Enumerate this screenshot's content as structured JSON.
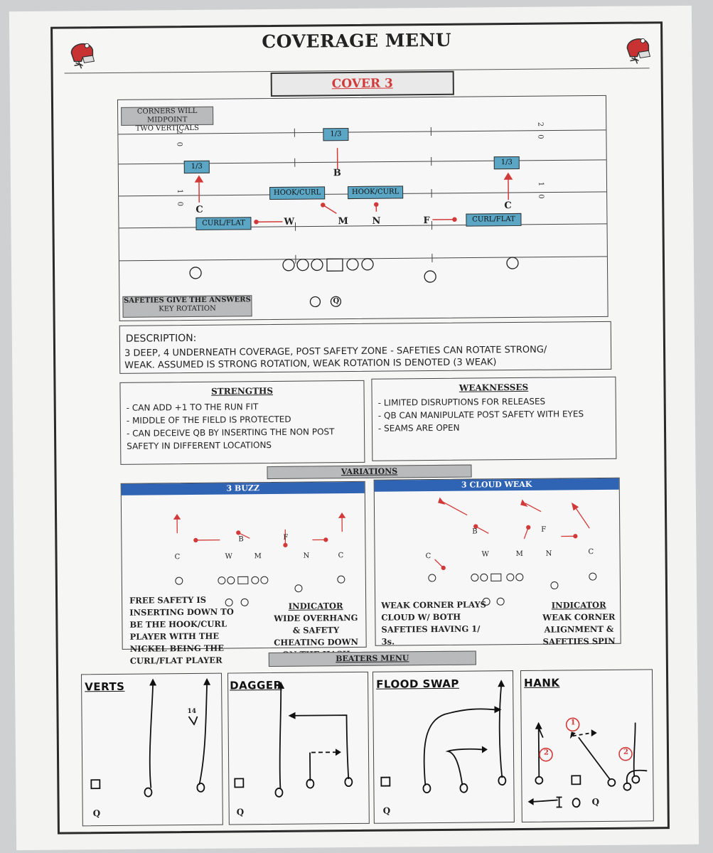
{
  "page": {
    "title": "COVERAGE MENU"
  },
  "cover": {
    "title": "COVER 3"
  },
  "diagram": {
    "note_top_line1": "CORNERS WILL MIDPOINT",
    "note_top_line2": "TWO VERTICALS",
    "note_bottom_line1": "SAFETIES GIVE THE ANSWERS",
    "note_bottom_line2": "KEY ROTATION",
    "yard_20": "2 0",
    "yard_10": "1 0",
    "zones": {
      "deep_left": "1/3",
      "deep_middle": "1/3",
      "deep_right": "1/3",
      "hook_left": "HOOK/CURL",
      "hook_right": "HOOK/CURL",
      "curl_left": "CURL/FLAT",
      "curl_right": "CURL/FLAT"
    },
    "players": {
      "c_left": "C",
      "b": "B",
      "w": "W",
      "m": "M",
      "n": "N",
      "f": "F",
      "c_right": "C",
      "qb": "Q"
    }
  },
  "description": {
    "heading": "DESCRIPTION:",
    "line1": "3 DEEP, 4 UNDERNEATH COVERAGE, POST SAFETY ZONE - SAFETIES CAN ROTATE STRONG/",
    "line2": "WEAK. ASSUMED IS STRONG ROTATION, WEAK ROTATION IS DENOTED (3 WEAK)"
  },
  "strengths": {
    "title": "STRENGTHS",
    "items": [
      "- CAN ADD +1 TO THE RUN FIT",
      "- MIDDLE OF THE FIELD IS PROTECTED",
      "- CAN DECEIVE QB BY INSERTING THE NON POST",
      "SAFETY IN DIFFERENT LOCATIONS"
    ]
  },
  "weaknesses": {
    "title": "WEAKNESSES",
    "items": [
      "- LIMITED DISRUPTIONS FOR RELEASES",
      "- QB CAN MANIPULATE POST SAFETY WITH EYES",
      "- SEAMS ARE OPEN"
    ]
  },
  "variations": {
    "title": "VARIATIONS",
    "buzz": {
      "title": "3 BUZZ",
      "players": {
        "c_left": "C",
        "w": "W",
        "b": "B",
        "m": "M",
        "f": "F",
        "n": "N",
        "c_right": "C"
      },
      "note": [
        "FREE SAFETY IS",
        "INSERTING DOWN TO",
        "BE THE HOOK/CURL",
        "PLAYER WITH THE",
        "NICKEL BEING THE",
        "CURL/FLAT PLAYER"
      ],
      "indicator_title": "INDICATOR",
      "indicator": [
        "WIDE OVERHANG",
        "& SAFETY",
        "CHEATING DOWN",
        "ON THE HASH"
      ]
    },
    "cloud": {
      "title": "3 CLOUD WEAK",
      "players": {
        "c_left": "C",
        "b": "B",
        "w": "W",
        "m": "M",
        "f": "F",
        "n": "N",
        "c_right": "C"
      },
      "note": [
        "WEAK CORNER PLAYS",
        "CLOUD W/ BOTH",
        "SAFETIES HAVING 1/",
        "3s."
      ],
      "indicator_title": "INDICATOR",
      "indicator": [
        "WEAK CORNER",
        "ALIGNMENT &",
        "SAFETIES SPIN"
      ]
    }
  },
  "beaters": {
    "title": "BEATERS MENU",
    "plays": [
      {
        "name": "VERTS",
        "marks": [
          "14"
        ]
      },
      {
        "name": "DAGGER"
      },
      {
        "name": "FLOOD SWAP"
      },
      {
        "name": "HANK",
        "marks": [
          "1",
          "2",
          "2"
        ]
      }
    ],
    "qb": "Q"
  },
  "colors": {
    "accent_red": "#d23a3a",
    "zone_blue": "#5aa6c4",
    "variation_blue": "#2f64b5",
    "gray_box": "#b9babb"
  }
}
